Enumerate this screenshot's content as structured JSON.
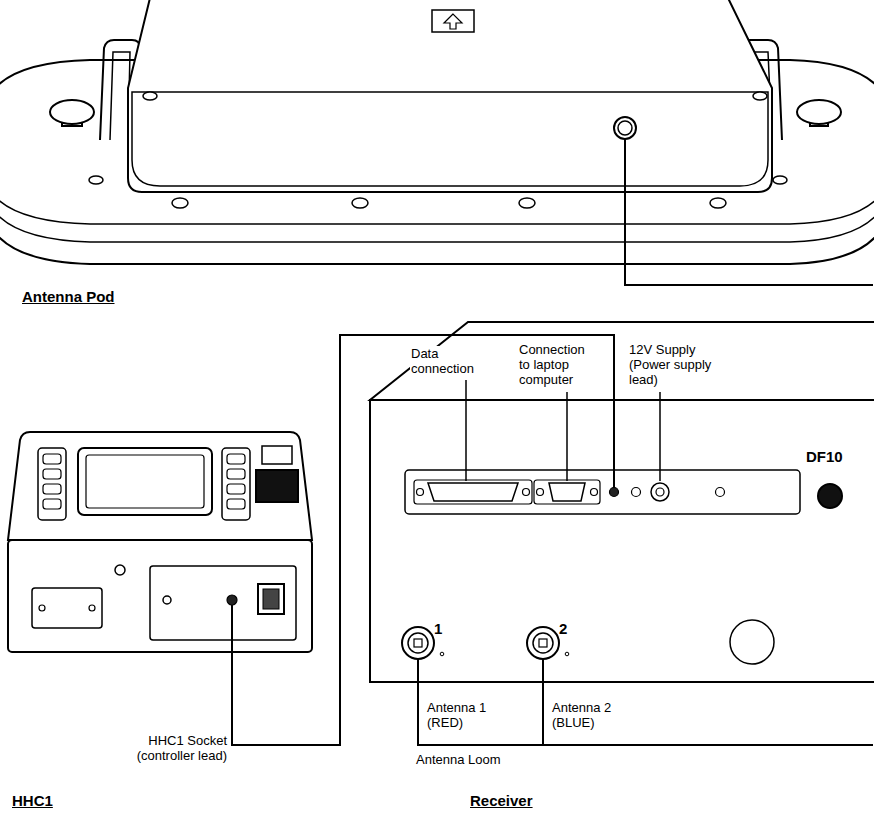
{
  "diagram": {
    "nodes": [
      {
        "text": [
          "Antenna Pod"
        ]
      },
      {
        "text": [
          "HHC1"
        ]
      },
      {
        "text": [
          "Receiver",
          "DF10"
        ]
      }
    ],
    "edges": [
      {
        "from": 0,
        "to": 2,
        "arrow": "none",
        "label": "Antenna Loom"
      },
      {
        "from": 1,
        "to": 2,
        "arrow": "none"
      }
    ],
    "labels": [
      "Data connection",
      "Connection to laptop computer",
      "12V Supply (Power supply lead)",
      "1",
      "2",
      "HHC1 Socket (controller lead)",
      "Antenna 1 (RED)",
      "Antenna 2 (BLUE)"
    ]
  }
}
